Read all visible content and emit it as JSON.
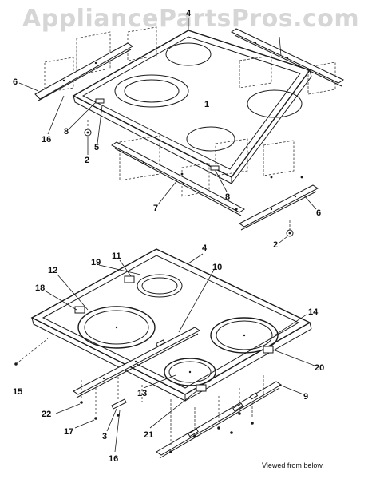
{
  "watermark": "AppliancePartsPros.com",
  "caption": "Viewed from below.",
  "callouts": {
    "top_4": "4",
    "top_1": "1",
    "top_6_left": "6",
    "top_16": "16",
    "top_8_left": "8",
    "top_5": "5",
    "top_2_left": "2",
    "top_7": "7",
    "top_8_right": "8",
    "top_6_right": "6",
    "top_2_right": "2",
    "bot_4": "4",
    "bot_11": "11",
    "bot_19": "19",
    "bot_12": "12",
    "bot_10": "10",
    "bot_18": "18",
    "bot_14": "14",
    "bot_20": "20",
    "bot_15": "15",
    "bot_9": "9",
    "bot_13": "13",
    "bot_22": "22",
    "bot_17": "17",
    "bot_3": "3",
    "bot_21": "21",
    "bot_16": "16"
  }
}
